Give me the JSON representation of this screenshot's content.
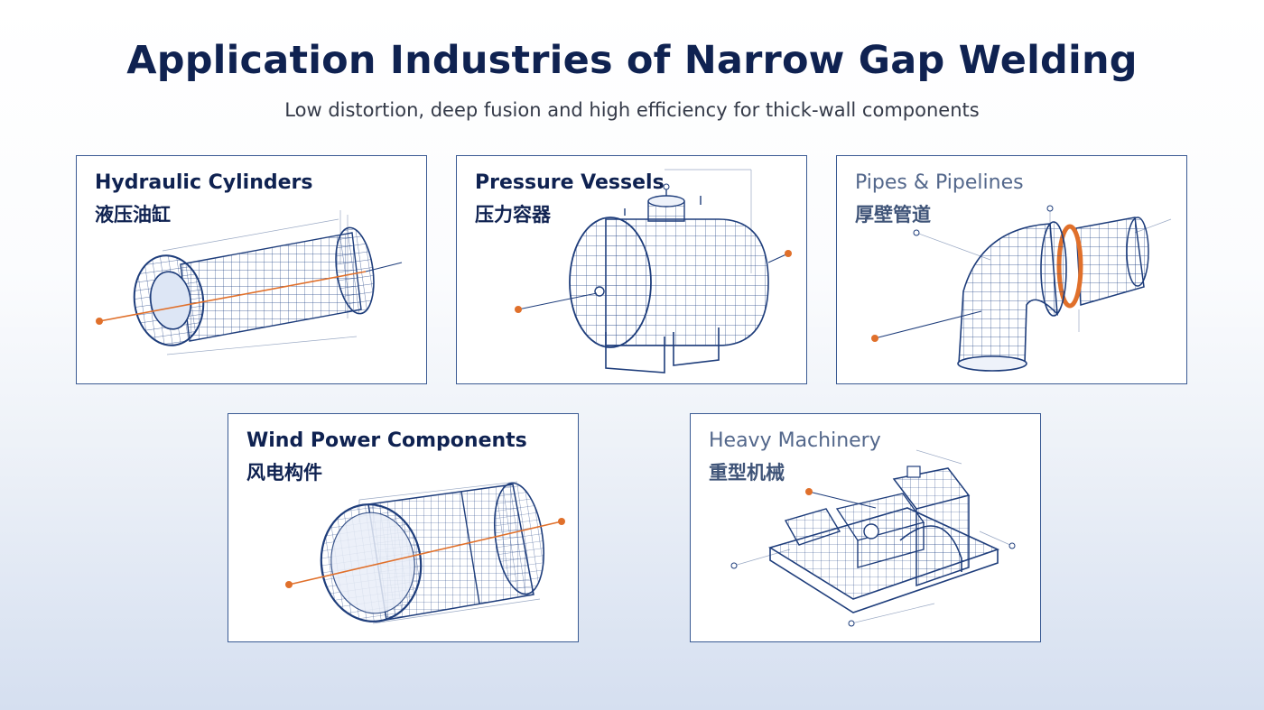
{
  "header": {
    "title": "Application Industries of Narrow Gap Welding",
    "subtitle": "Low distortion, deep fusion and high efficiency for thick-wall components"
  },
  "colors": {
    "line": "#1e3d7b",
    "accent": "#e0702b",
    "border": "#3a5a93"
  },
  "cards": [
    {
      "title": "Hydraulic Cylinders",
      "subtitle": "液压油缸",
      "illustration": "hydraulic-cylinder-wireframe"
    },
    {
      "title": "Pressure Vessels",
      "subtitle": "压力容器",
      "illustration": "pressure-vessel-wireframe"
    },
    {
      "title": "Pipes & Pipelines",
      "subtitle": "厚壁管道",
      "illustration": "pipe-elbow-wireframe"
    },
    {
      "title": "Wind Power Components",
      "subtitle": "风电构件",
      "illustration": "wind-tower-section-wireframe"
    },
    {
      "title": "Heavy Machinery",
      "subtitle": "重型机械",
      "illustration": "heavy-machinery-wireframe"
    }
  ]
}
